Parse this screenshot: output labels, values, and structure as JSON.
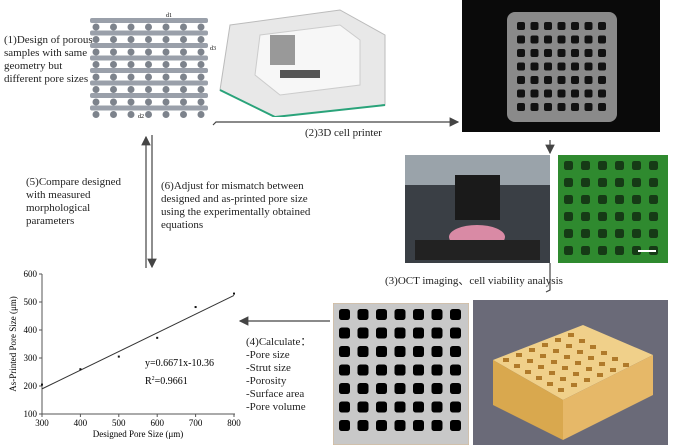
{
  "steps": {
    "step1": "(1)Design of porous\nsamples with same\ngeometry but\ndifferent pore sizes",
    "step2": "(2)3D cell printer",
    "step3": "(3)OCT imaging、cell viability analysis",
    "step4": "(4)Calculate：\n-Pore size\n-Strut size\n-Porosity\n-Surface area\n-Pore volume",
    "step5": "(5)Compare designed\nwith measured\nmorphological\nparameters",
    "step6": "(6)Adjust for mismatch between\ndesigned and as-printed pore size\nusing the experimentally obtained\nequations"
  },
  "design_labels": {
    "d1": "d1",
    "d2": "d2",
    "d3": "d3"
  },
  "chart_data": {
    "type": "scatter",
    "xlabel": "Designed Pore Size (μm)",
    "ylabel": "As-Printed Pore Size (μm)",
    "xlim": [
      300,
      800
    ],
    "ylim": [
      100,
      600
    ],
    "xticks": [
      "300",
      "400",
      "500",
      "600",
      "700",
      "800"
    ],
    "yticks": [
      "100",
      "200",
      "300",
      "400",
      "500",
      "600"
    ],
    "points": [
      [
        300,
        205
      ],
      [
        400,
        260
      ],
      [
        500,
        305
      ],
      [
        600,
        372
      ],
      [
        700,
        482
      ],
      [
        800,
        530
      ]
    ],
    "fit": {
      "slope": 0.6671,
      "intercept": -10.36
    },
    "equation": "y=0.6671x-10.36",
    "r2_label": "R",
    "r2_sup": "2",
    "r2_value": "=0.9661"
  },
  "colors": {
    "fluorescence": "#2f8a2f",
    "render": "#f0d08a",
    "background_dark": "#0a0a0a"
  }
}
